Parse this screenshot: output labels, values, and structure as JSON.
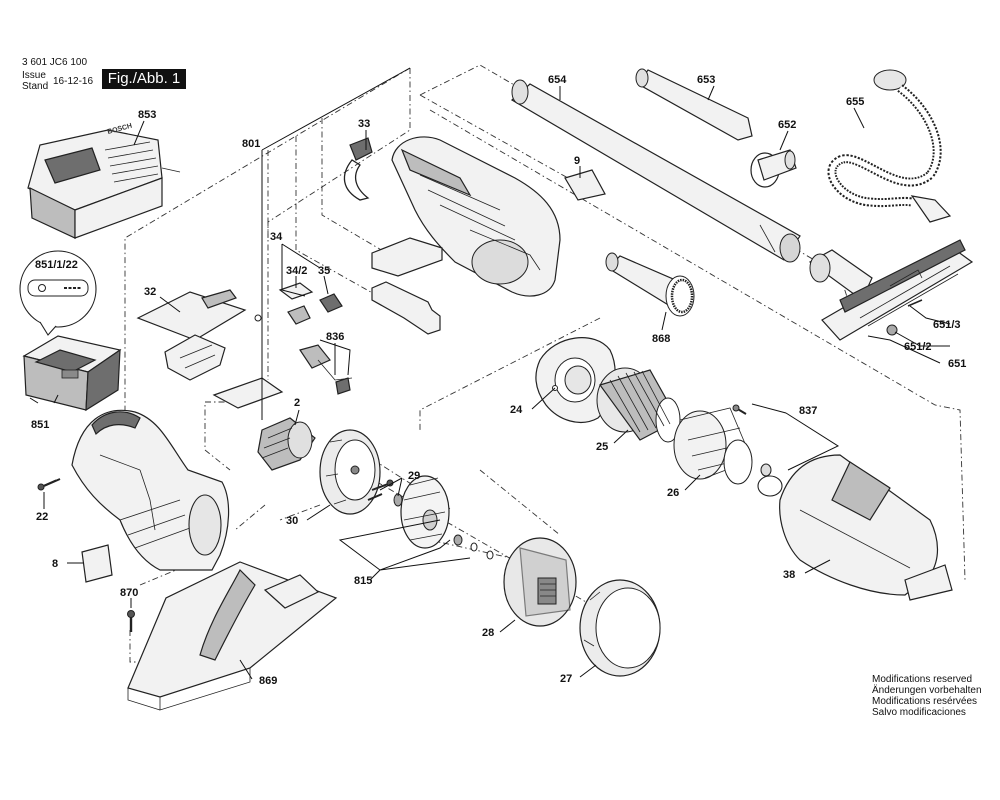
{
  "header": {
    "part_number": "3 601 JC6 100",
    "issue_label": "Issue",
    "stand_label": "Stand",
    "issue_date": "16-12-16",
    "figure_label": "Fig./Abb. 1"
  },
  "charger_brand": "BOSCH",
  "part_labels": {
    "p853": "853",
    "p801": "801",
    "p33": "33",
    "p654": "654",
    "p653": "653",
    "p652": "652",
    "p655": "655",
    "p9": "9",
    "p851_1_22": "851/1/22",
    "p34": "34",
    "p34_2": "34/2",
    "p35": "35",
    "p32": "32",
    "p836": "836",
    "p868": "868",
    "p651_3": "651/3",
    "p651_2": "651/2",
    "p651": "651",
    "p851": "851",
    "p24": "24",
    "p2": "2",
    "p837": "837",
    "p25": "25",
    "p22": "22",
    "p29": "29",
    "p30": "30",
    "p26": "26",
    "p8": "8",
    "p815": "815",
    "p38": "38",
    "p870": "870",
    "p28": "28",
    "p869": "869",
    "p27": "27"
  },
  "modifications": [
    "Modifications reserved",
    "Änderungen vorbehalten",
    "Modifications resérvées",
    "Salvo modificaciones"
  ]
}
